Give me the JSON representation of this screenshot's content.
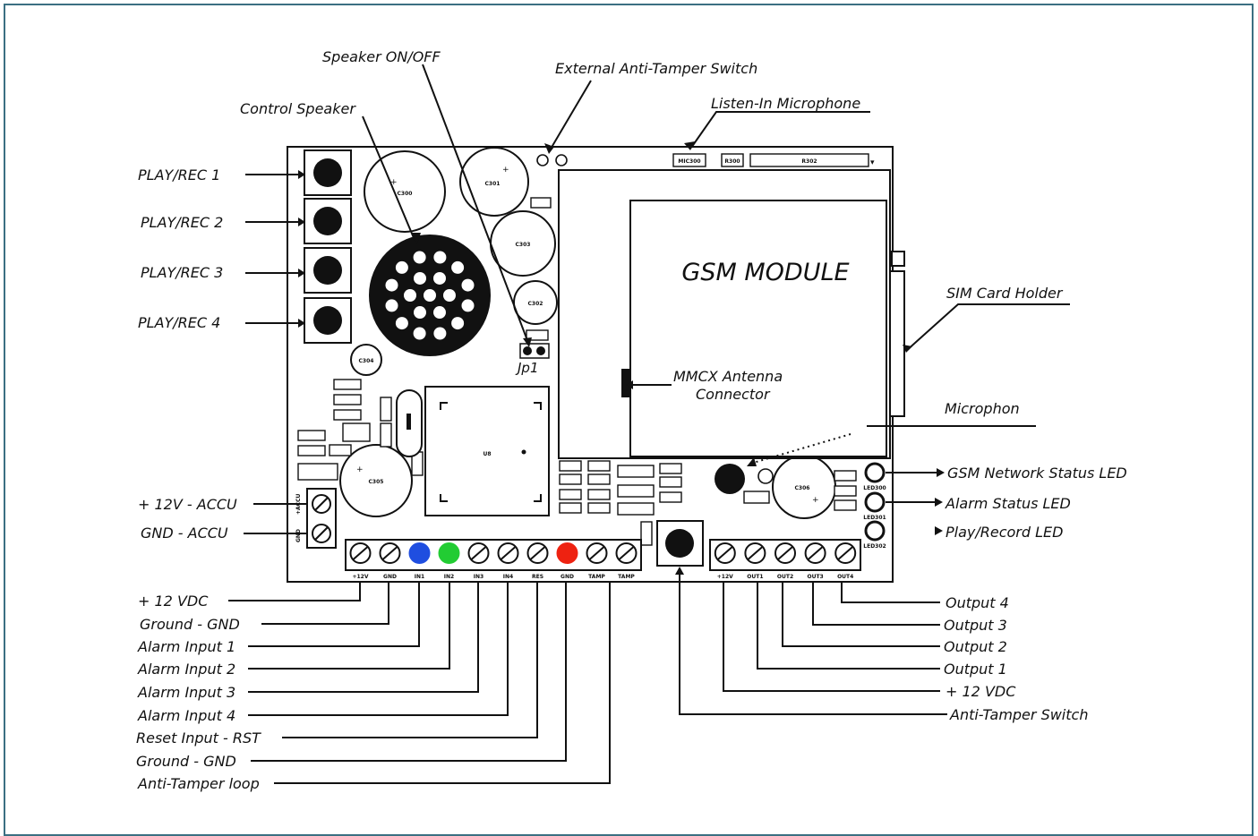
{
  "module_title": "GSM MODULE",
  "jumper_label": "Jp1",
  "colors": {
    "frame": "#3b6f82",
    "led_blue": "#1f4ee0",
    "led_green": "#22cc33",
    "led_red": "#ee2211"
  },
  "left_labels": [
    "PLAY/REC 1",
    "PLAY/REC 2",
    "PLAY/REC 3",
    "PLAY/REC 4",
    "+ 12V - ACCU",
    "GND - ACCU"
  ],
  "top_labels": [
    "Speaker ON/OFF",
    "External Anti-Tamper Switch",
    "Control Speaker",
    "Listen-In Microphone"
  ],
  "right_labels": [
    "SIM Card Holder",
    "Microphon",
    "GSM Network Status LED",
    "Alarm Status LED",
    "Play/Record LED"
  ],
  "antenna_label": [
    "MMCX Antenna",
    "Connector"
  ],
  "bottom_left_labels": [
    "+ 12 VDC",
    "Ground - GND",
    "Alarm Input 1",
    "Alarm Input 2",
    "Alarm Input 3",
    "Alarm Input 4",
    "Reset Input - RST",
    "Ground - GND",
    "Anti-Tamper loop"
  ],
  "bottom_right_labels": [
    "Output 4",
    "Output 3",
    "Output 2",
    "Output 1",
    "+ 12 VDC",
    "Anti-Tamper Switch"
  ],
  "terminal_left_labels": [
    "+12V",
    "GND",
    "IN1",
    "IN2",
    "IN3",
    "IN4",
    "RES",
    "GND",
    "TAMP",
    "TAMP"
  ],
  "terminal_right_labels": [
    "+12V",
    "OUT1",
    "OUT2",
    "OUT3",
    "OUT4"
  ],
  "accu_terminal_labels": [
    "+ACCU",
    "GND"
  ],
  "pcb_labels": {
    "c_large_1": "C300",
    "c_large_2": "C301",
    "c_mid_1": "C303",
    "c_mid_2": "C302",
    "c_small_1": "C304",
    "c_bottom_left": "C305",
    "c_bottom_right": "C306",
    "ic": "U8",
    "hdr_1": "MIC300",
    "hdr_2": "R300",
    "hdr_3": "R302",
    "led_1": "LED300",
    "led_2": "LED301",
    "led_3": "LED302"
  }
}
